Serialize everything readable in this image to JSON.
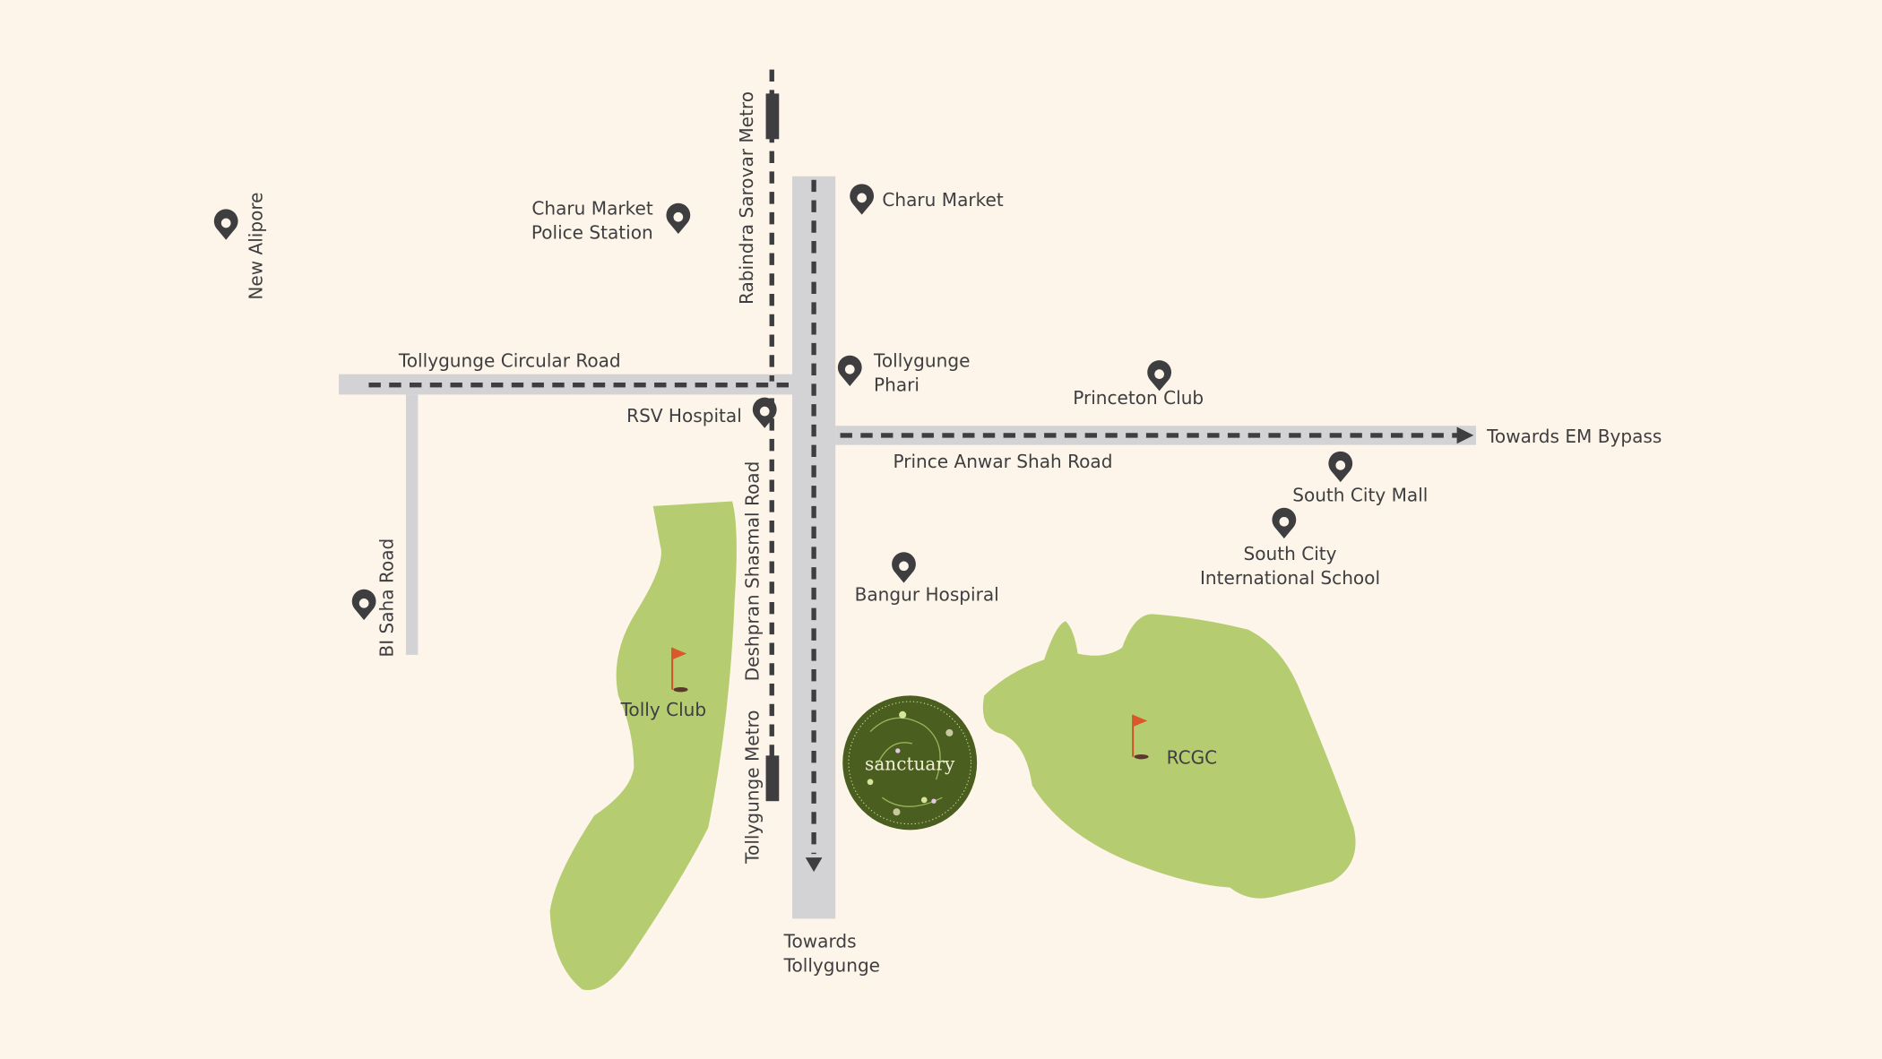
{
  "map": {
    "background": "#fdf5ea",
    "road_color": "#d3d3d5",
    "green_color": "#b5cc70",
    "roads": {
      "circular": "Tollygunge Circular Road",
      "prince_anwar": "Prince Anwar Shah Road",
      "deshpran": "Deshpran Shasmal Road",
      "bi_saha": "BI Saha Road",
      "em_bypass": "Towards EM Bypass",
      "tollygunge_1": "Towards",
      "tollygunge_2": "Tollygunge"
    },
    "metros": {
      "rabindra": "Rabindra Sarovar Metro",
      "tollygunge": "Tollygunge Metro"
    },
    "places": {
      "new_alipore": "New Alipore",
      "charu_ps_1": "Charu Market",
      "charu_ps_2": "Police Station",
      "charu_market": "Charu Market",
      "phari_1": "Tollygunge",
      "phari_2": "Phari",
      "princeton": "Princeton Club",
      "rsv": "RSV Hospital",
      "south_city_mall": "South City Mall",
      "scis_1": "South City",
      "scis_2": "International School",
      "bangur": "Bangur Hospiral"
    },
    "golf": {
      "tolly": "Tolly Club",
      "rcgc": "RCGC"
    },
    "logo": {
      "text": "sanctuary",
      "color": "#4a5e1f"
    }
  }
}
